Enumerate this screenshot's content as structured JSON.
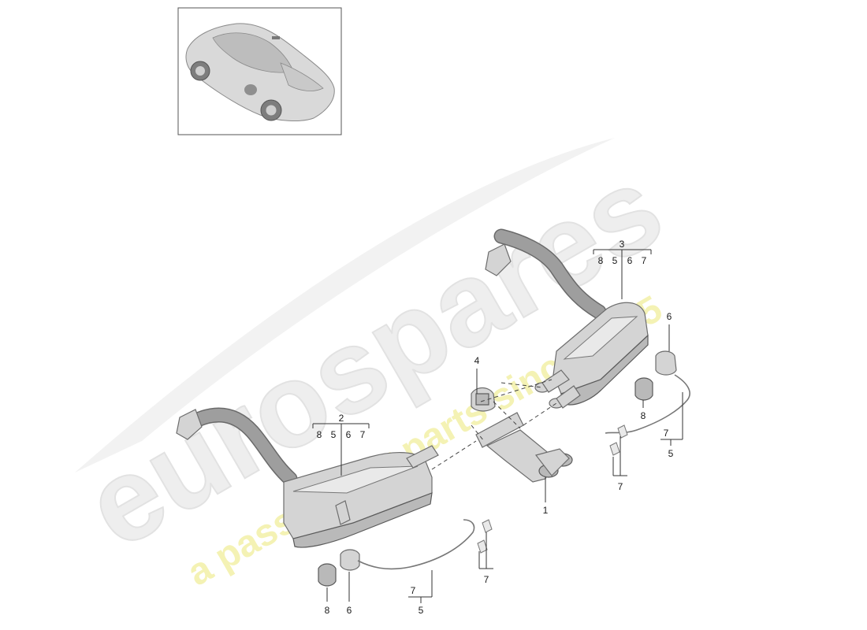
{
  "thumbnail": {
    "icon": "car-overview-icon"
  },
  "watermark": {
    "brand": "eurospares",
    "tagline": "a passion for parts since 1985",
    "brand_color": "#e6e6e6",
    "tagline_color": "#f2f0a8"
  },
  "callouts": {
    "c1": "1",
    "c2": "2",
    "c3": "3",
    "c4": "4",
    "c6_right": "6",
    "c8_right": "8",
    "c7_right": "7",
    "c5_right": "5",
    "c7_right_sensor": "7",
    "c7_left_sensor": "7",
    "c7_bottom": "7",
    "c5_bottom": "5",
    "c8_bottom": "8",
    "c6_bottom": "6"
  },
  "subrefs": {
    "part2": [
      "8",
      "5",
      "6",
      "7"
    ],
    "part3": [
      "8",
      "5",
      "6",
      "7"
    ]
  }
}
